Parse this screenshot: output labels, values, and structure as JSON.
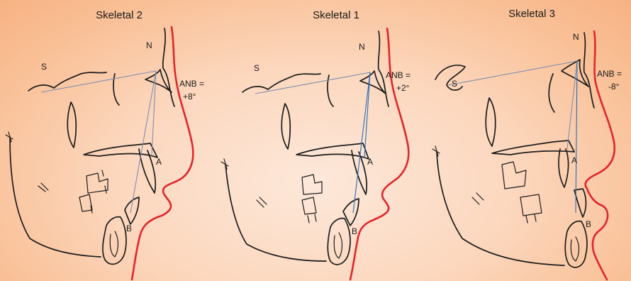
{
  "panels": [
    {
      "title": "Skeletal 2",
      "s": "S",
      "n": "N",
      "a": "A",
      "b": "B",
      "anb_label": "ANB =",
      "anb_value": "+8°"
    },
    {
      "title": "Skeletal 1",
      "s": "S",
      "n": "N",
      "a": "A",
      "b": "B",
      "anb_label": "ANB =",
      "anb_value": "+2°"
    },
    {
      "title": "Skeletal 3",
      "s": "S",
      "n": "N",
      "a": "A",
      "b": "B",
      "anb_label": "ANB =",
      "anb_value": "-8°"
    }
  ],
  "colors": {
    "soft_tissue": "#e0262b",
    "lines": "#2a6bb8",
    "ink": "#1c1c1c"
  }
}
